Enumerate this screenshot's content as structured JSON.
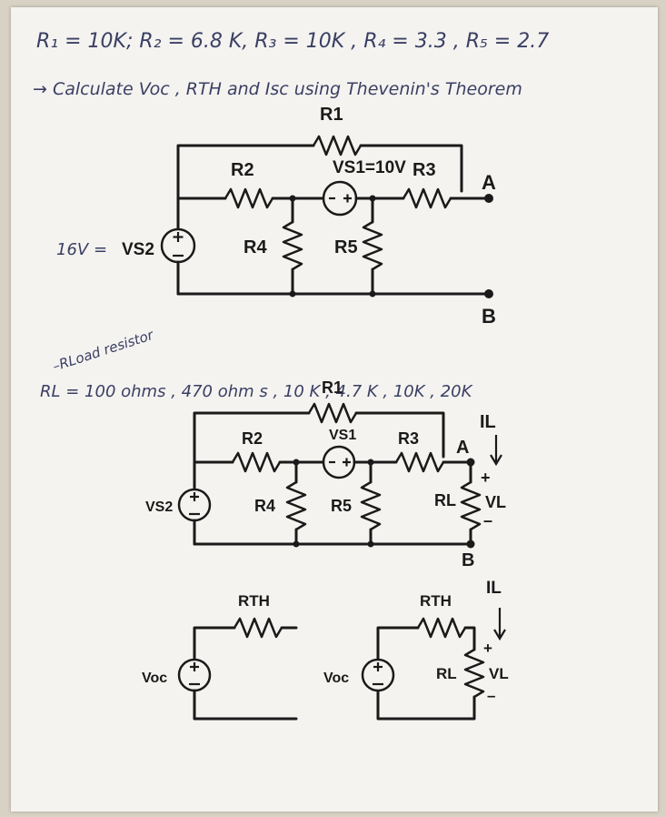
{
  "given_line": "R₁ = 10K;  R₂ = 6.8 K,  R₃ = 10K ,  R₄ = 3.3 , R₅ = 2.7",
  "task_line": "→ Calculate  Voc , RTH  and  Isc  using  Thevenin's  Theorem",
  "load_annotation": "–RLoad resistor",
  "load_line": "RL  =  100 ohms , 470 ohm s , 10 K , 4.7 K , 10K , 20K",
  "vs2_value": "16V =",
  "circuit1": {
    "r1": "R1",
    "r2": "R2",
    "r3": "R3",
    "r4": "R4",
    "r5": "R5",
    "vs1": "VS1=10V",
    "vs2": "VS2",
    "node_a": "A",
    "node_b": "B"
  },
  "circuit2": {
    "r1": "R1",
    "r2": "R2",
    "r3": "R3",
    "r4": "R4",
    "r5": "R5",
    "rl": "RL",
    "vs1": "VS1",
    "vs2": "VS2",
    "node_a": "A",
    "node_b": "B",
    "il": "IL",
    "vl": "VL",
    "plus": "+",
    "minus": "–"
  },
  "thevenin1": {
    "rth": "RTH",
    "voc": "Voc"
  },
  "thevenin2": {
    "rth": "RTH",
    "voc": "Voc",
    "rl": "RL",
    "il": "IL",
    "vl": "VL",
    "plus": "+",
    "minus": "–"
  }
}
